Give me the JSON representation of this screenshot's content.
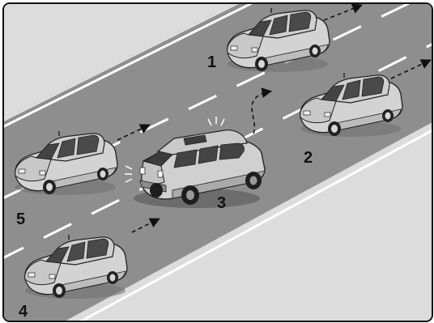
{
  "scene": {
    "description_free": true,
    "car_labels": {
      "car1": "1",
      "car2": "2",
      "car3": "3",
      "car4": "4",
      "car5": "5"
    },
    "colors": {
      "roadside": "#dcdcdc",
      "road": "#8f8f8f",
      "lane_marking": "#ffffff",
      "car_body": "#d2d2d2",
      "car_window": "#444444",
      "outline": "#222222"
    }
  }
}
